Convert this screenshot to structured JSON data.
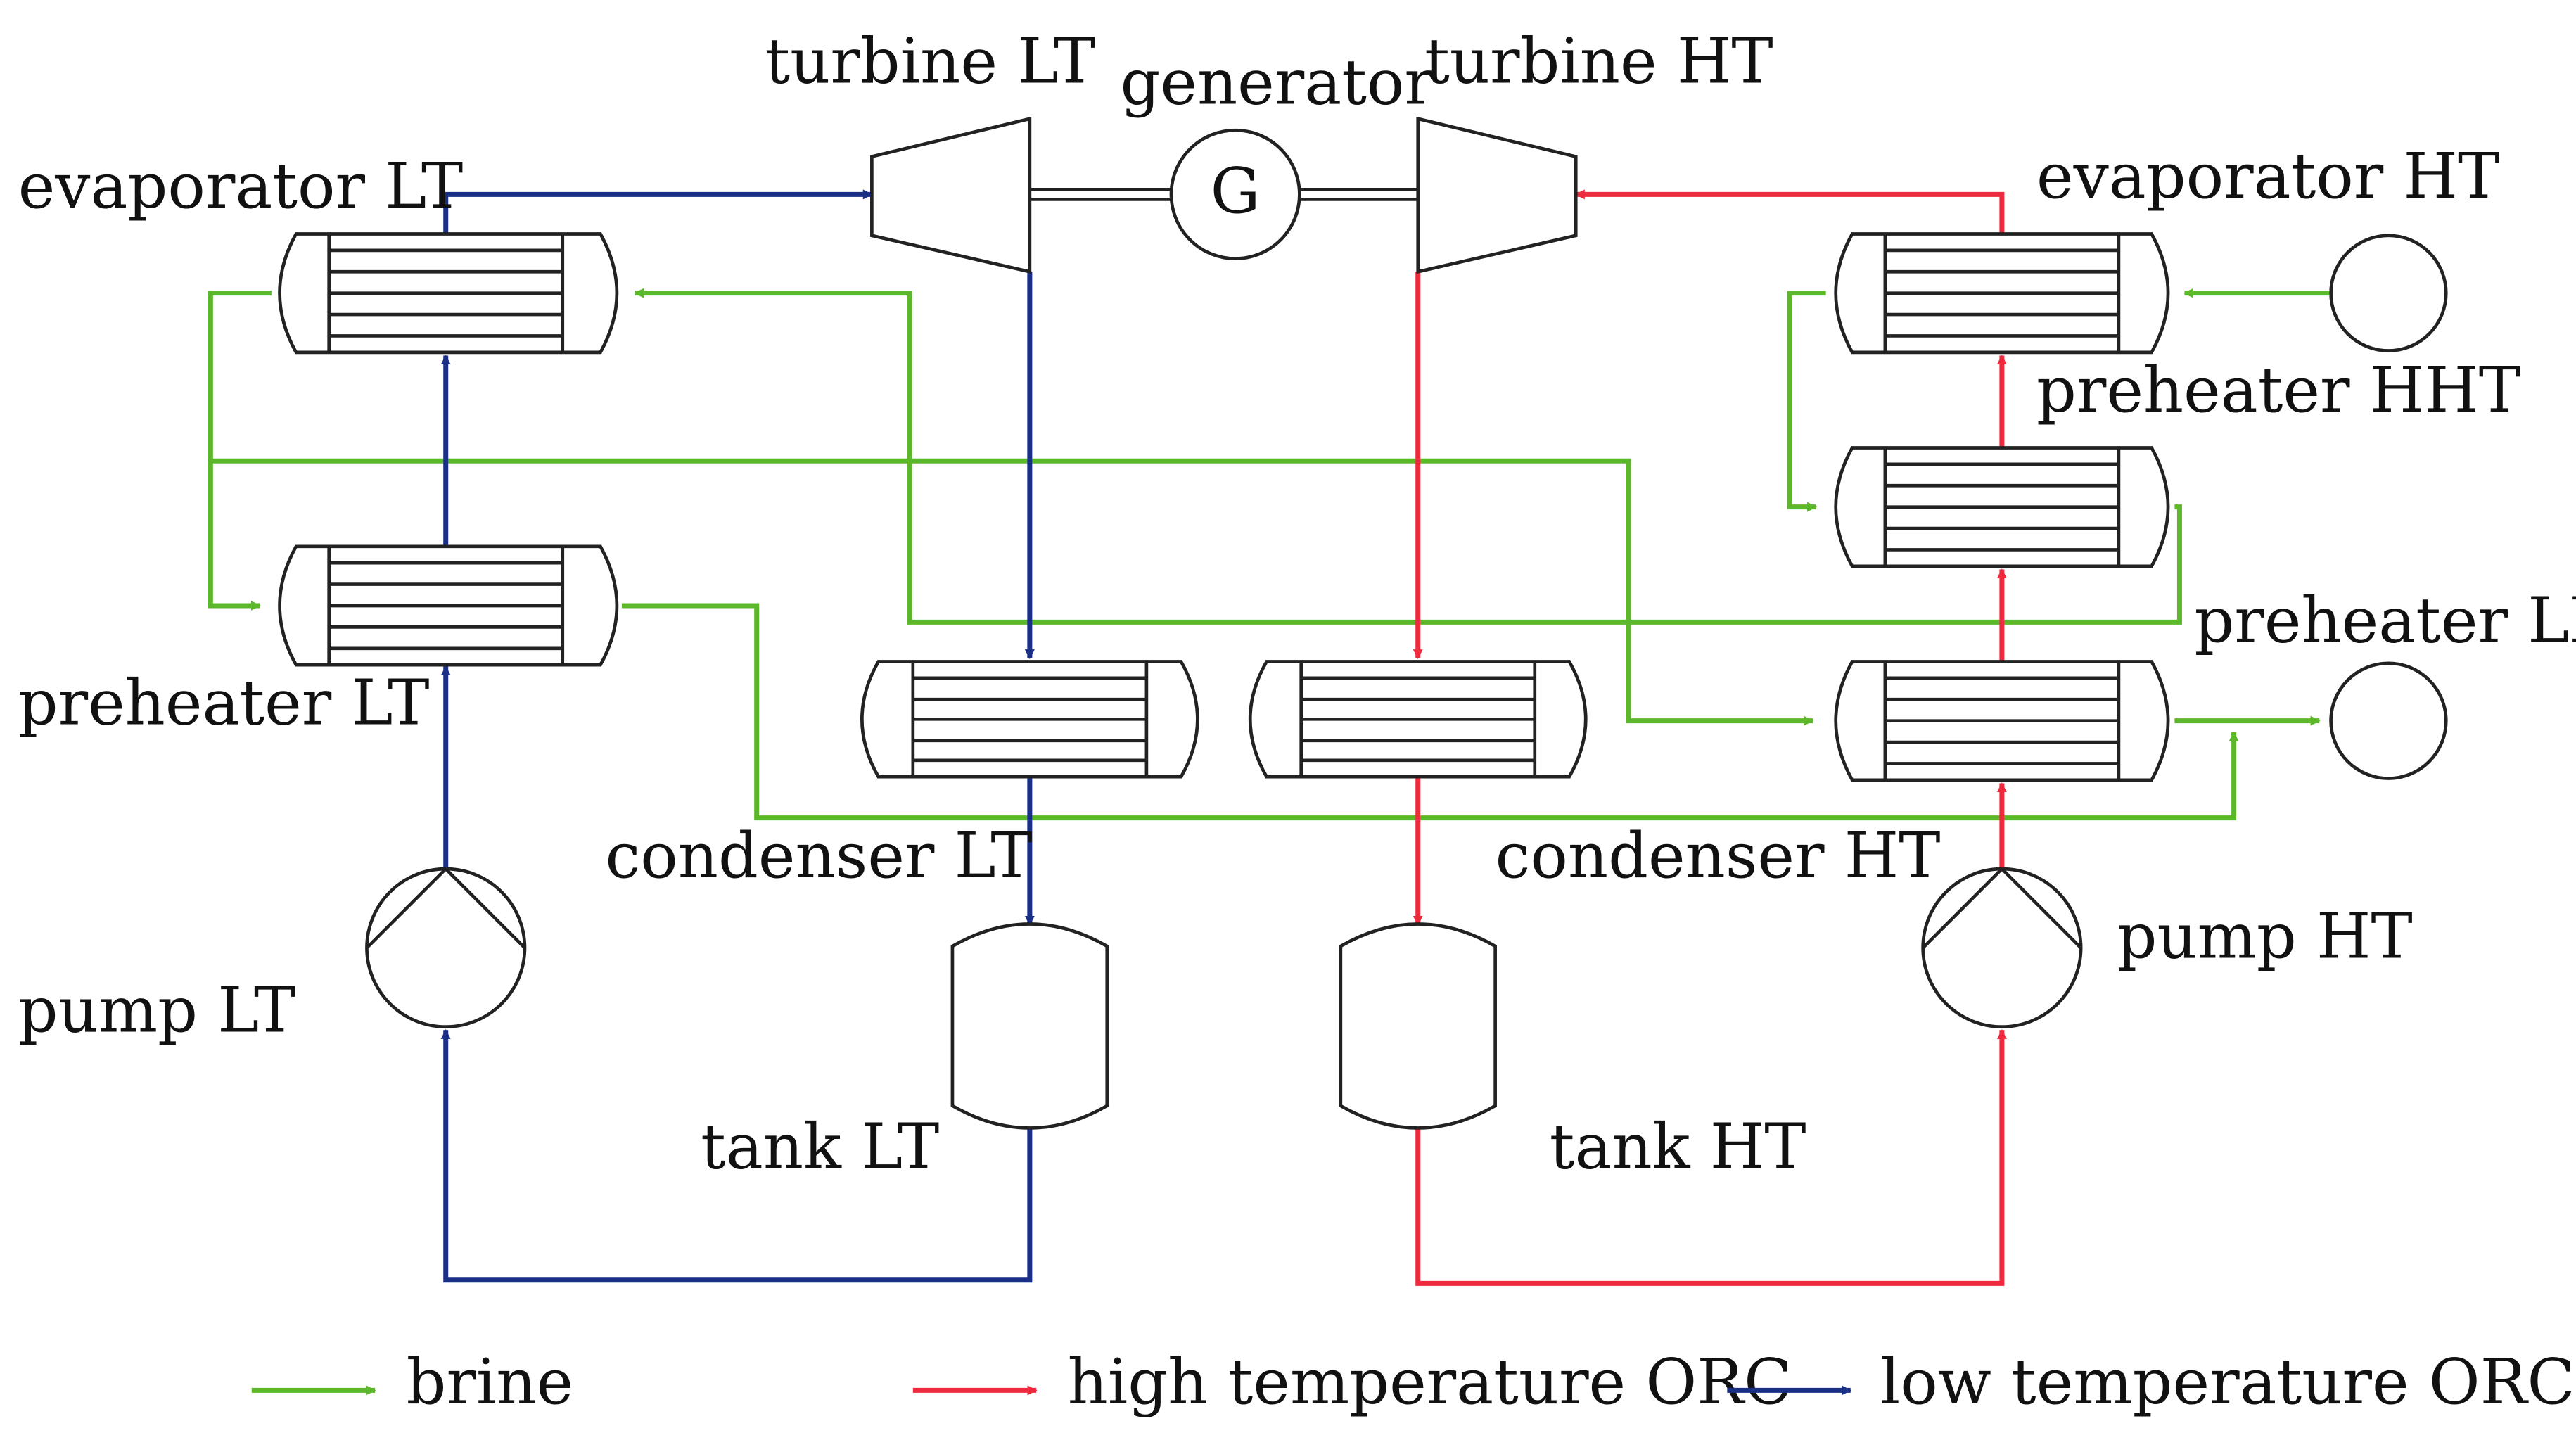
{
  "labels": {
    "turbine_lt": "turbine LT",
    "generator": "generator",
    "turbine_ht": "turbine HT",
    "generator_symbol": "G",
    "evaporator_lt": "evaporator LT",
    "evaporator_ht": "evaporator HT",
    "preheater_hht": "preheater HHT",
    "preheater_lht": "preheater LHT",
    "preheater_lt": "preheater LT",
    "condenser_lt": "condenser LT",
    "condenser_ht": "condenser HT",
    "pump_lt": "pump LT",
    "pump_ht": "pump HT",
    "tank_lt": "tank LT",
    "tank_ht": "tank HT"
  },
  "legend": [
    {
      "label": "brine",
      "color": "#5cb82a"
    },
    {
      "label": "high temperature ORC",
      "color": "#ee2b3e"
    },
    {
      "label": "low temperature ORC",
      "color": "#1a2f86"
    }
  ],
  "colors": {
    "brine": "#5cb82a",
    "high_temperature_orc": "#ee2b3e",
    "low_temperature_orc": "#1a2f86"
  }
}
